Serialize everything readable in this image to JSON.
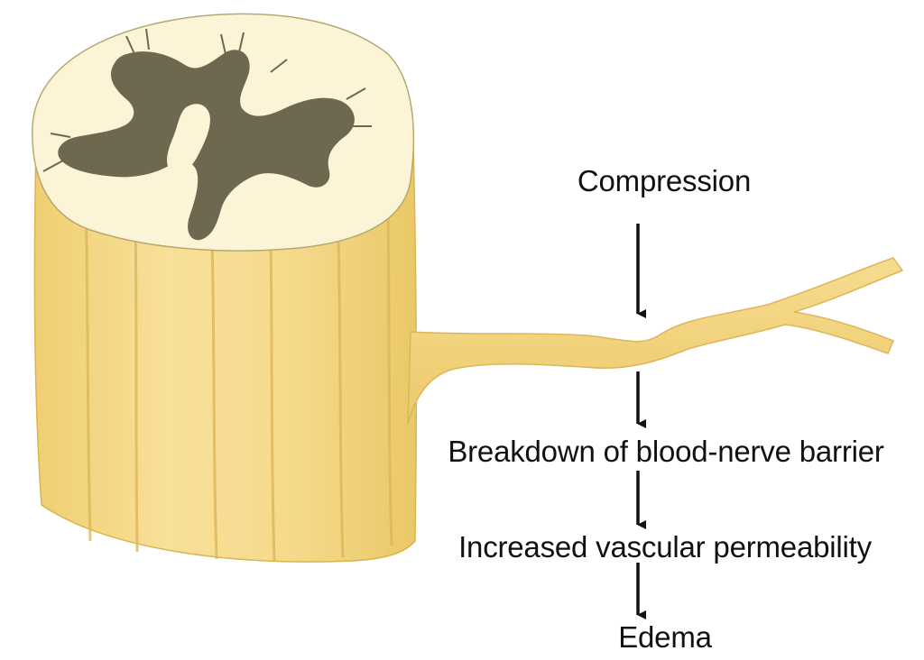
{
  "diagram": {
    "steps": [
      "Compression",
      "Breakdown of blood-nerve barrier",
      "Increased vascular permeability",
      "Edema"
    ],
    "colors": {
      "cord_yellow": "#f5d98a",
      "cord_shadow": "#e3bf5e",
      "white_matter": "#fbf4d6",
      "gray_matter": "#6e6850",
      "arrow": "#111111"
    }
  }
}
